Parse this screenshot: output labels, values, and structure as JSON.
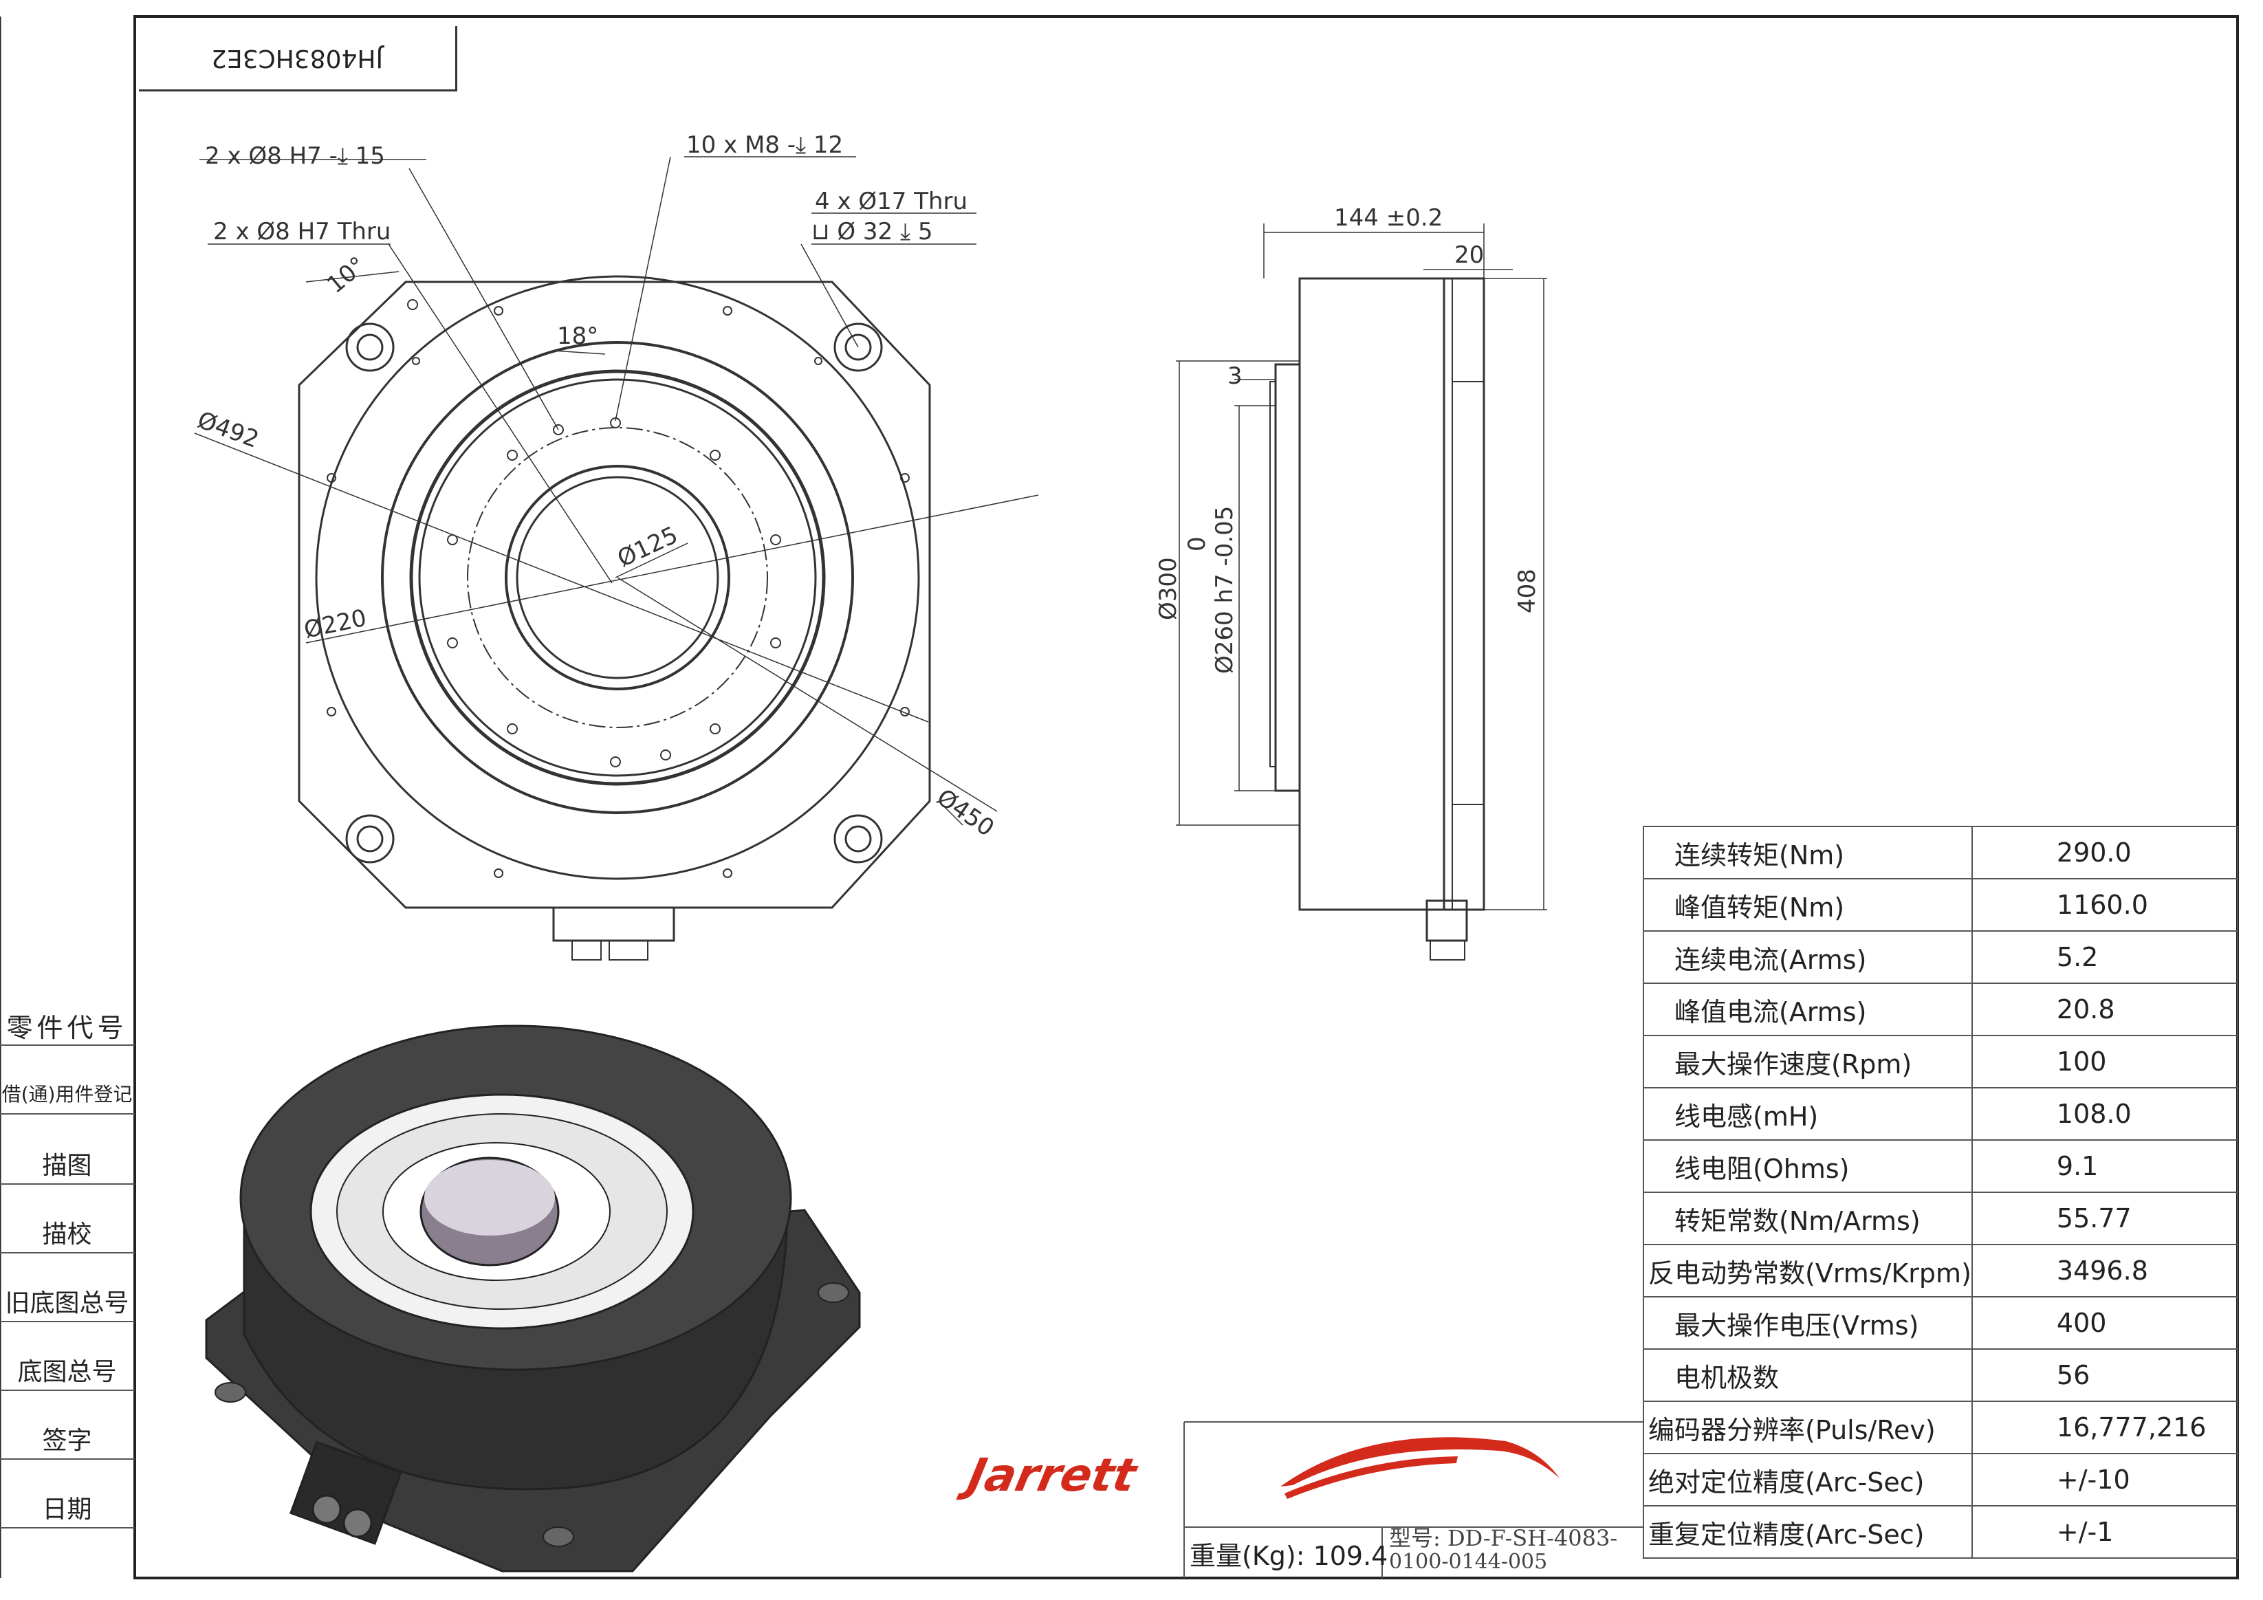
{
  "title_block": {
    "part_code": "JH4083HC3E2"
  },
  "front_view": {
    "callouts": {
      "pin_holes_blind": "2 x  Ø8 H7 -⤓ 15",
      "pin_holes_thru": "2 x  Ø8 H7 Thru",
      "tapped_holes": "10 x  M8 -⤓ 12",
      "mount_holes": "4 x  Ø17 Thru",
      "counterbore": "⊔  Ø 32 ⤓ 5",
      "angle_10": "10°",
      "angle_18": "18°",
      "dia_492": "Ø492",
      "dia_220": "Ø220",
      "dia_125": "Ø125",
      "dia_450": "Ø450"
    }
  },
  "side_view": {
    "dims": {
      "width_144": "144 ±0.2",
      "flange_20": "20",
      "step_3": "3",
      "dia_300": "Ø300",
      "dia_260_top": "0",
      "dia_260": "Ø260 h7 -0.05",
      "height_408": "408"
    }
  },
  "left_strip": {
    "items": [
      "零件代号",
      "借(通)用件登记",
      "描图",
      "描校",
      "旧底图总号",
      "底图总号",
      "签字",
      "日期"
    ]
  },
  "specs": {
    "rows": [
      {
        "label": "连续转矩(Nm)",
        "value": "290.0"
      },
      {
        "label": "峰值转矩(Nm)",
        "value": "1160.0"
      },
      {
        "label": "连续电流(Arms)",
        "value": "5.2"
      },
      {
        "label": "峰值电流(Arms)",
        "value": "20.8"
      },
      {
        "label": "最大操作速度(Rpm)",
        "value": "100"
      },
      {
        "label": "线电感(mH)",
        "value": "108.0"
      },
      {
        "label": "线电阻(Ohms)",
        "value": "9.1"
      },
      {
        "label": "转矩常数(Nm/Arms)",
        "value": "55.77"
      },
      {
        "label": "反电动势常数(Vrms/Krpm)",
        "value": "3496.8"
      },
      {
        "label": "最大操作电压(Vrms)",
        "value": "400"
      },
      {
        "label": "电机极数",
        "value": "56"
      },
      {
        "label": "编码器分辨率(Puls/Rev)",
        "value": "16,777,216"
      },
      {
        "label": "绝对定位精度(Arc-Sec)",
        "value": "+/-10"
      },
      {
        "label": "重复定位精度(Arc-Sec)",
        "value": "+/-1"
      }
    ]
  },
  "footer": {
    "logo_text": "Jarrett",
    "weight": "重量(Kg): 109.4",
    "model_line1": "型号: DD-F-SH-4083-",
    "model_line2": "0100-0144-005"
  },
  "colors": {
    "logo_red": "#d42a1c",
    "line": "#333333"
  }
}
